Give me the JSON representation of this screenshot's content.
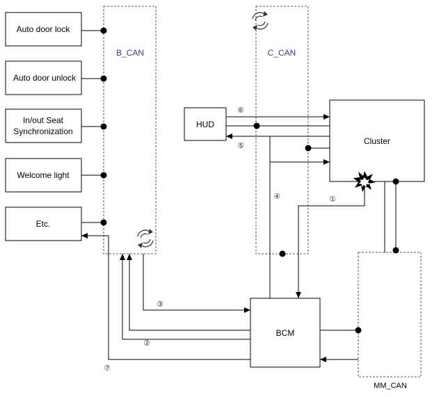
{
  "nodes": {
    "auto_door_lock": "Auto door lock",
    "auto_door_unlock": "Auto door unlock",
    "seat_sync_line1": "In/out Seat",
    "seat_sync_line2": "Synchronization",
    "welcome_light": "Welcome light",
    "etc": "Etc.",
    "hud": "HUD",
    "cluster": "Cluster",
    "bcm": "BCM"
  },
  "buses": {
    "b_can": "B_CAN",
    "c_can": "C_CAN",
    "mm_can": "MM_CAN"
  },
  "steps": {
    "s1": "①",
    "s2": "②",
    "s3": "③",
    "s4": "④",
    "s5": "⑤",
    "s6": "⑥",
    "s7": "⑦"
  },
  "icons": {
    "gateway": "refresh-arrows-icon",
    "fault": "burst-icon"
  },
  "colors": {
    "bus_label": "#2f3f9f",
    "line": "#000000"
  }
}
